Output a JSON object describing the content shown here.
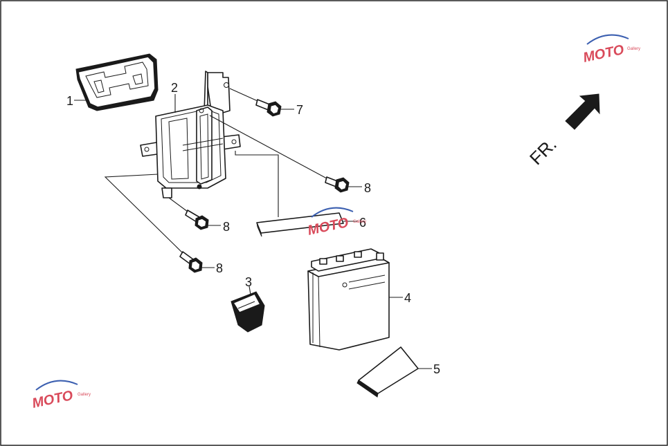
{
  "callouts": {
    "p1": "1",
    "p2": "2",
    "p3": "3",
    "p4": "4",
    "p5": "5",
    "p6": "6",
    "p7": "7",
    "p8a": "8",
    "p8b": "8",
    "p8c": "8"
  },
  "direction": {
    "label": "FR."
  },
  "watermark": {
    "text": "MOTO",
    "subtext": "Gallery"
  },
  "colors": {
    "line": "#1a1a1a",
    "watermark_red": "#d94a5a",
    "watermark_blue": "#3b5fb0"
  }
}
